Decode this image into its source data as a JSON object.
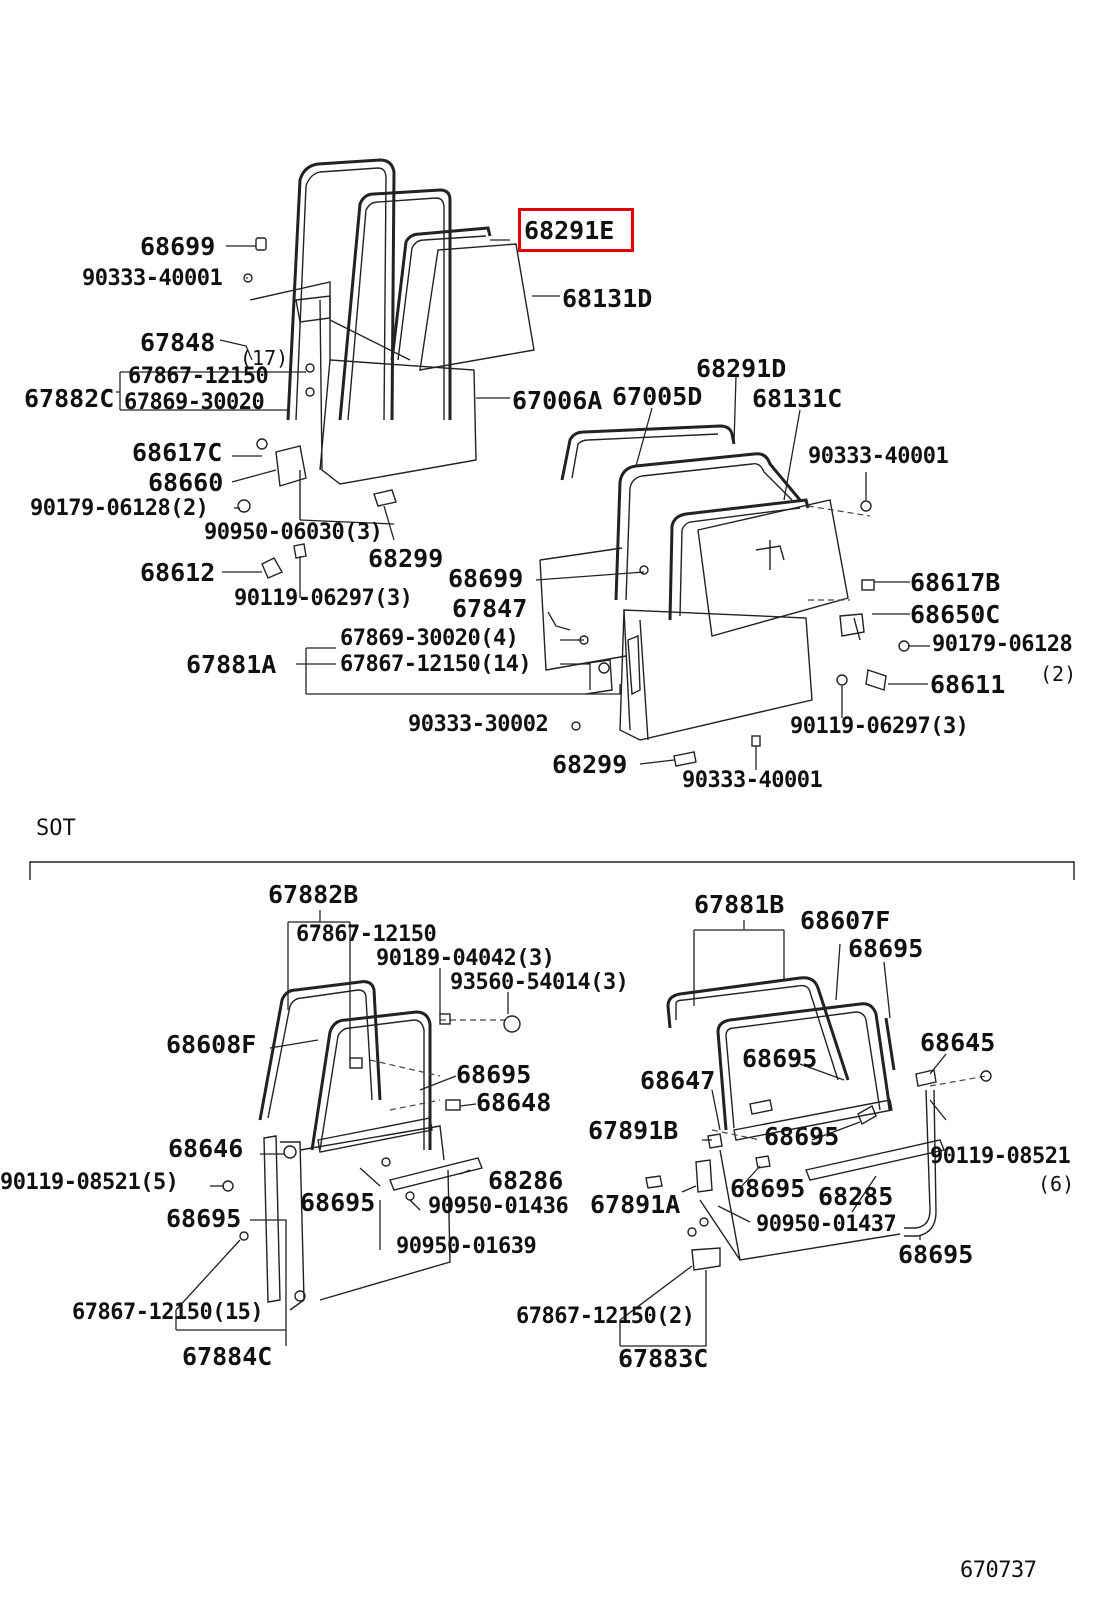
{
  "highlight_color": "#e00000",
  "highlighted_part": "68291E",
  "section_label": "SOT",
  "drawing_number": "670737",
  "labels": {
    "l68699a": "68699",
    "l90333_40001a": "90333-40001",
    "l67848": "67848",
    "l17": "(17)",
    "l67867_12150a": "67867-12150",
    "l67882c": "67882C",
    "l67869_30020a": "67869-30020",
    "l68617c": "68617C",
    "l68660": "68660",
    "l90179_06128a": "90179-06128(2)",
    "l90950_06030": "90950-06030(3)",
    "l68299a": "68299",
    "l68612": "68612",
    "l90119_06297a": "90119-06297(3)",
    "l68291e": "68291E",
    "l68131d": "68131D",
    "l67006a": "67006A",
    "l67005d": "67005D",
    "l68291d": "68291D",
    "l68131c": "68131C",
    "l90333_40001b": "90333-40001",
    "l68699b": "68699",
    "l68617b": "68617B",
    "l67847": "67847",
    "l68650c": "68650C",
    "l67869_30020b": "67869-30020(4)",
    "l90179_06128b": "90179-06128",
    "l67881a": "67881A",
    "l67867_12150b": "67867-12150(14)",
    "l2a": "(2)",
    "l68611": "68611",
    "l90333_30002": "90333-30002",
    "l90119_06297b": "90119-06297(3)",
    "l68299b": "68299",
    "l90333_40001c": "90333-40001",
    "l67882b": "67882B",
    "l67867_12150c": "67867-12150",
    "l90189_04042": "90189-04042(3)",
    "l93560_54014": "93560-54014(3)",
    "l68608f": "68608F",
    "l68695a": "68695",
    "l68648": "68648",
    "l68646": "68646",
    "l90119_08521a": "90119-08521(5)",
    "l68695b": "68695",
    "l68286": "68286",
    "l90950_01436": "90950-01436",
    "l68695c": "68695",
    "l90950_01639": "90950-01639",
    "l67867_12150d": "67867-12150(15)",
    "l67884c": "67884C",
    "l67881b": "67881B",
    "l68607f": "68607F",
    "l68695d": "68695",
    "l68645": "68645",
    "l68695e": "68695",
    "l68647": "68647",
    "l67891b": "67891B",
    "l68695f": "68695",
    "l90119_08521b": "90119-08521",
    "l6b": "(6)",
    "l68695g": "68695",
    "l68285": "68285",
    "l67891a": "67891A",
    "l90950_01437": "90950-01437",
    "l68695h": "68695",
    "l67867_12150e": "67867-12150(2)",
    "l67883c": "67883C"
  }
}
